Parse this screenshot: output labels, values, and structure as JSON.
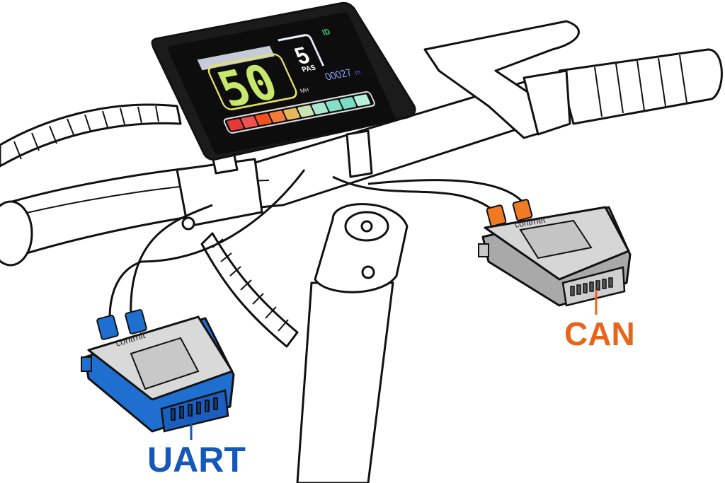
{
  "display": {
    "speed": "50",
    "speed_unit": "MH",
    "assist_level": "5",
    "assist_label": "PAS",
    "odometer": "00027",
    "odometer_unit": "m",
    "mode_icon": "ID",
    "battery_segments": [
      "#e53935",
      "#ef5350",
      "#f4511e",
      "#f57c3a",
      "#e6b85c",
      "#c9e4b0",
      "#a8e6cf",
      "#86e0c8",
      "#7adcc4",
      "#b6f0d8"
    ]
  },
  "controllers": [
    {
      "brand_text": "contrnit",
      "label": "UART",
      "color": "#1f6fd1",
      "label_color": "#1558b8"
    },
    {
      "brand_text": "contrrlet",
      "label": "CAN",
      "color": "#f07a22",
      "label_color": "#e8651a"
    }
  ]
}
